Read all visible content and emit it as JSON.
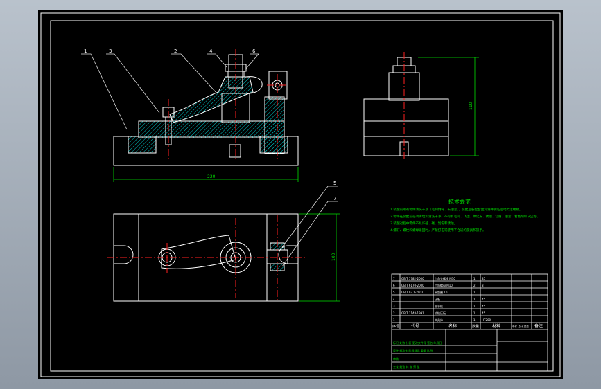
{
  "drawing": {
    "part_numbers": [
      "1",
      "2",
      "3",
      "4",
      "5",
      "6",
      "7"
    ],
    "dimensions": {
      "length": "220",
      "height": "110",
      "width": "100"
    },
    "tech_title": "技术要求",
    "tech_lines": [
      "1.装配前所有零件清洗干净（毛刺倒钝、去油污），装配后各配合面润滑并保证运动灵活顺畅。",
      "2.零件在装配前必须清理和清洗干净，不得有毛刺、飞边、氧化皮、锈蚀、切屑、油污、着色剂和灰尘等。",
      "3.装配过程中零件不允许磕、碰、划伤和锈蚀。",
      "4.螺钉、螺栓和螺母紧固时，严禁打击或使用不合适的旋具和扳手。"
    ],
    "bom_rows": [
      [
        "7",
        "GB/T 5782-2000",
        "六角头螺栓 M10",
        "1",
        "35",
        "",
        ""
      ],
      [
        "6",
        "GB/T 6170-2000",
        "六角螺母 M10",
        "2",
        "8",
        "",
        ""
      ],
      [
        "5",
        "GB/T 97.1-2002",
        "平垫圈 10",
        "1",
        "",
        "",
        ""
      ],
      [
        "4",
        "",
        "压板",
        "1",
        "45",
        "",
        ""
      ],
      [
        "3",
        "",
        "支承柱",
        "1",
        "45",
        "",
        ""
      ],
      [
        "2",
        "GB/T 2148-1991",
        "铰链压板",
        "1",
        "45",
        "",
        ""
      ],
      [
        "1",
        "",
        "夹具体",
        "1",
        "HT200",
        "",
        ""
      ]
    ],
    "bom_header": [
      "序号",
      "代号",
      "名称",
      "数量",
      "材料",
      "单件 总计 重量",
      "备注"
    ],
    "title_rows": [
      "标记 处数 分区 更改文件号 签名 年月日",
      "设计 标准化 阶段标记 重量 比例",
      "审核",
      "工艺 批准 共 张 第 张"
    ]
  },
  "colors": {
    "line": "#ffffff",
    "hatch": "#00c8c8",
    "center": "#ff2020",
    "dim": "#00e000",
    "text": "#ffff00",
    "leader": "#e0e0e0"
  }
}
